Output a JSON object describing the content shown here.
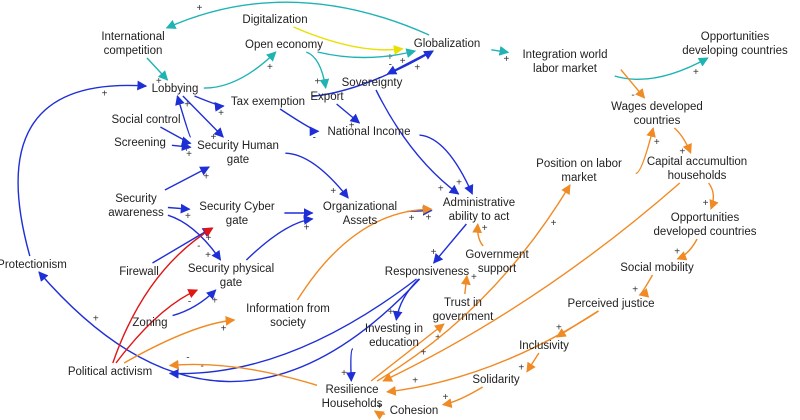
{
  "colors": {
    "blue": "#1f2fd6",
    "teal": "#1fb3b3",
    "orange": "#f08a24",
    "red": "#e01515",
    "yellow": "#e8e000",
    "text": "#222222"
  },
  "nodes": {
    "international_competition": [
      "International",
      "competition"
    ],
    "digitalization": [
      "Digitalization"
    ],
    "globalization": [
      "Globalization"
    ],
    "integration_world_labor_market": [
      "Integration world",
      "labor market"
    ],
    "opportunities_developing_countries": [
      "Opportunities",
      "developing countries"
    ],
    "open_economy": [
      "Open economy"
    ],
    "lobbying": [
      "Lobbying"
    ],
    "tax_exemption": [
      "Tax exemption"
    ],
    "export": [
      "Export"
    ],
    "sovereignty": [
      "Sovereignty"
    ],
    "wages_developed_countries": [
      "Wages developed",
      "countries"
    ],
    "social_control": [
      "Social control"
    ],
    "national_income": [
      "National Income"
    ],
    "screening": [
      "Screening"
    ],
    "security_human_gate": [
      "Security Human",
      "gate"
    ],
    "position_on_labor_market": [
      "Position on labor",
      "market"
    ],
    "capital_accumulation_households": [
      "Capital accumultion",
      "households"
    ],
    "security_awareness": [
      "Security",
      "awareness"
    ],
    "security_cyber_gate": [
      "Security Cyber",
      "gate"
    ],
    "organizational_assets": [
      "Organizational",
      "Assets"
    ],
    "administrative_ability_to_act": [
      "Administrative",
      "ability to act"
    ],
    "opportunities_developed_countries": [
      "Opportunities",
      "developed countries"
    ],
    "government_support": [
      "Government",
      "support"
    ],
    "protectionism": [
      "Protectionism"
    ],
    "firewall": [
      "Firewall"
    ],
    "security_physical_gate": [
      "Security physical",
      "gate"
    ],
    "responsiveness": [
      "Responsiveness"
    ],
    "social_mobility": [
      "Social mobility"
    ],
    "trust_in_government": [
      "Trust in",
      "government"
    ],
    "information_from_society": [
      "Information from",
      "society"
    ],
    "perceived_justice": [
      "Perceived justice"
    ],
    "zoning": [
      "Zoning"
    ],
    "investing_in_education": [
      "Investing in",
      "education"
    ],
    "inclusivity": [
      "Inclusivity"
    ],
    "political_activism": [
      "Political activism"
    ],
    "solidarity": [
      "Solidarity"
    ],
    "resilience_households": [
      "Resilience",
      "Households"
    ],
    "cohesion": [
      "Cohesion"
    ]
  },
  "links": [
    {
      "from": "globalization",
      "to": "international_competition",
      "color": "teal",
      "sign": "+"
    },
    {
      "from": "digitalization",
      "to": "globalization",
      "color": "yellow",
      "sign": "+"
    },
    {
      "from": "globalization",
      "to": "integration_world_labor_market",
      "color": "teal",
      "sign": "+"
    },
    {
      "from": "integration_world_labor_market",
      "to": "opportunities_developing_countries",
      "color": "teal",
      "sign": "+"
    },
    {
      "from": "integration_world_labor_market",
      "to": "wages_developed_countries",
      "color": "orange",
      "sign": "-"
    },
    {
      "from": "international_competition",
      "to": "lobbying",
      "color": "teal",
      "sign": "+"
    },
    {
      "from": "lobbying",
      "to": "open_economy",
      "color": "teal",
      "sign": "+"
    },
    {
      "from": "open_economy",
      "to": "globalization",
      "color": "teal",
      "sign": "+"
    },
    {
      "from": "open_economy",
      "to": "export",
      "color": "teal",
      "sign": "+"
    },
    {
      "from": "lobbying",
      "to": "tax_exemption",
      "color": "blue",
      "sign": "+"
    },
    {
      "from": "tax_exemption",
      "to": "globalization",
      "color": "blue",
      "sign": "+"
    },
    {
      "from": "tax_exemption",
      "to": "national_income",
      "color": "blue",
      "sign": "-"
    },
    {
      "from": "export",
      "to": "national_income",
      "color": "blue",
      "sign": "+"
    },
    {
      "from": "globalization",
      "to": "sovereignty",
      "color": "blue",
      "sign": "-"
    },
    {
      "from": "sovereignty",
      "to": "administrative_ability_to_act",
      "color": "blue",
      "sign": "+"
    },
    {
      "from": "national_income",
      "to": "administrative_ability_to_act",
      "color": "blue",
      "sign": "+"
    },
    {
      "from": "lobbying",
      "to": "security_human_gate",
      "color": "blue",
      "sign": "+"
    },
    {
      "from": "security_human_gate",
      "to": "lobbying",
      "color": "blue",
      "sign": "+"
    },
    {
      "from": "social_control",
      "to": "security_human_gate",
      "color": "blue",
      "sign": "+"
    },
    {
      "from": "screening",
      "to": "security_human_gate",
      "color": "blue",
      "sign": "+"
    },
    {
      "from": "security_awareness",
      "to": "security_human_gate",
      "color": "blue",
      "sign": "+"
    },
    {
      "from": "security_awareness",
      "to": "security_cyber_gate",
      "color": "blue",
      "sign": "+"
    },
    {
      "from": "security_awareness",
      "to": "security_physical_gate",
      "color": "blue",
      "sign": "+"
    },
    {
      "from": "firewall",
      "to": "security_cyber_gate",
      "color": "blue",
      "sign": "+"
    },
    {
      "from": "zoning",
      "to": "security_physical_gate",
      "color": "blue",
      "sign": "+"
    },
    {
      "from": "security_human_gate",
      "to": "organizational_assets",
      "color": "blue",
      "sign": "+"
    },
    {
      "from": "security_cyber_gate",
      "to": "organizational_assets",
      "color": "blue",
      "sign": "+"
    },
    {
      "from": "security_physical_gate",
      "to": "organizational_assets",
      "color": "blue",
      "sign": "+"
    },
    {
      "from": "organizational_assets",
      "to": "administrative_ability_to_act",
      "color": "blue",
      "sign": "+"
    },
    {
      "from": "administrative_ability_to_act",
      "to": "responsiveness",
      "color": "blue",
      "sign": "+"
    },
    {
      "from": "government_support",
      "to": "administrative_ability_to_act",
      "color": "orange",
      "sign": "+"
    },
    {
      "from": "trust_in_government",
      "to": "government_support",
      "color": "orange",
      "sign": "+"
    },
    {
      "from": "information_from_society",
      "to": "administrative_ability_to_act",
      "color": "orange",
      "sign": "+"
    },
    {
      "from": "responsiveness",
      "to": "protectionism",
      "color": "blue",
      "sign": "+"
    },
    {
      "from": "protectionism",
      "to": "lobbying",
      "color": "blue",
      "sign": "+"
    },
    {
      "from": "responsiveness",
      "to": "investing_in_education",
      "color": "blue",
      "sign": "+"
    },
    {
      "from": "responsiveness",
      "to": "political_activism",
      "color": "blue",
      "sign": "-"
    },
    {
      "from": "investing_in_education",
      "to": "resilience_households",
      "color": "blue",
      "sign": "+"
    },
    {
      "from": "resilience_households",
      "to": "trust_in_government",
      "color": "orange",
      "sign": "+"
    },
    {
      "from": "resilience_households",
      "to": "position_on_labor_market",
      "color": "orange",
      "sign": "+"
    },
    {
      "from": "position_on_labor_market",
      "to": "wages_developed_countries",
      "color": "orange",
      "sign": "+"
    },
    {
      "from": "wages_developed_countries",
      "to": "capital_accumulation_households",
      "color": "orange",
      "sign": "+"
    },
    {
      "from": "capital_accumulation_households",
      "to": "opportunities_developed_countries",
      "color": "orange",
      "sign": "+"
    },
    {
      "from": "capital_accumulation_households",
      "to": "resilience_households",
      "color": "orange",
      "sign": "+"
    },
    {
      "from": "opportunities_developed_countries",
      "to": "social_mobility",
      "color": "orange",
      "sign": "+"
    },
    {
      "from": "social_mobility",
      "to": "perceived_justice",
      "color": "orange",
      "sign": "+"
    },
    {
      "from": "perceived_justice",
      "to": "inclusivity",
      "color": "orange",
      "sign": "+"
    },
    {
      "from": "perceived_justice",
      "to": "resilience_households",
      "color": "orange",
      "sign": "+"
    },
    {
      "from": "inclusivity",
      "to": "solidarity",
      "color": "orange",
      "sign": "+"
    },
    {
      "from": "solidarity",
      "to": "cohesion",
      "color": "orange",
      "sign": "+"
    },
    {
      "from": "cohesion",
      "to": "resilience_households",
      "color": "orange",
      "sign": "+"
    },
    {
      "from": "resilience_households",
      "to": "political_activism",
      "color": "orange",
      "sign": "-"
    },
    {
      "from": "political_activism",
      "to": "information_from_society",
      "color": "orange",
      "sign": "+"
    },
    {
      "from": "political_activism",
      "to": "security_cyber_gate",
      "color": "red",
      "sign": "-"
    },
    {
      "from": "political_activism",
      "to": "security_physical_gate",
      "color": "red",
      "sign": "-"
    }
  ]
}
